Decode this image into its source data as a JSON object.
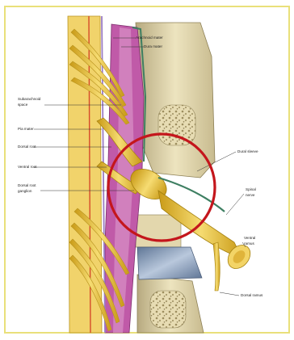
{
  "labels": {
    "arachnoid_mater": "Arachnoid mater",
    "dura_mater": "Dura mater",
    "subarachnoid_space_line1": "Subarachnoid",
    "subarachnoid_space_line2": "space",
    "pia_mater": "Pia mater",
    "dorsal_root": "Dorsal root",
    "ventral_root": "Ventral root",
    "dorsal_root_ganglion_line1": "Dorsal root",
    "dorsal_root_ganglion_line2": "ganglion",
    "dural_sleeve": "Dural sleeve",
    "spinal_nerve_line1": "Spinal",
    "spinal_nerve_line2": "nerve",
    "ventral_ramus_line1": "Ventral",
    "ventral_ramus_line2": "ramus",
    "dorsal_ramus": "Dorsal ramus"
  },
  "colors": {
    "frame_border": "#e9e07a",
    "highlight_circle": "#c4161c",
    "nerve": "#e8c23a",
    "cord": "#f1d36b",
    "dura": "#c05aa8",
    "bone": "#d9cfa6",
    "disc": "#7f95b3"
  }
}
